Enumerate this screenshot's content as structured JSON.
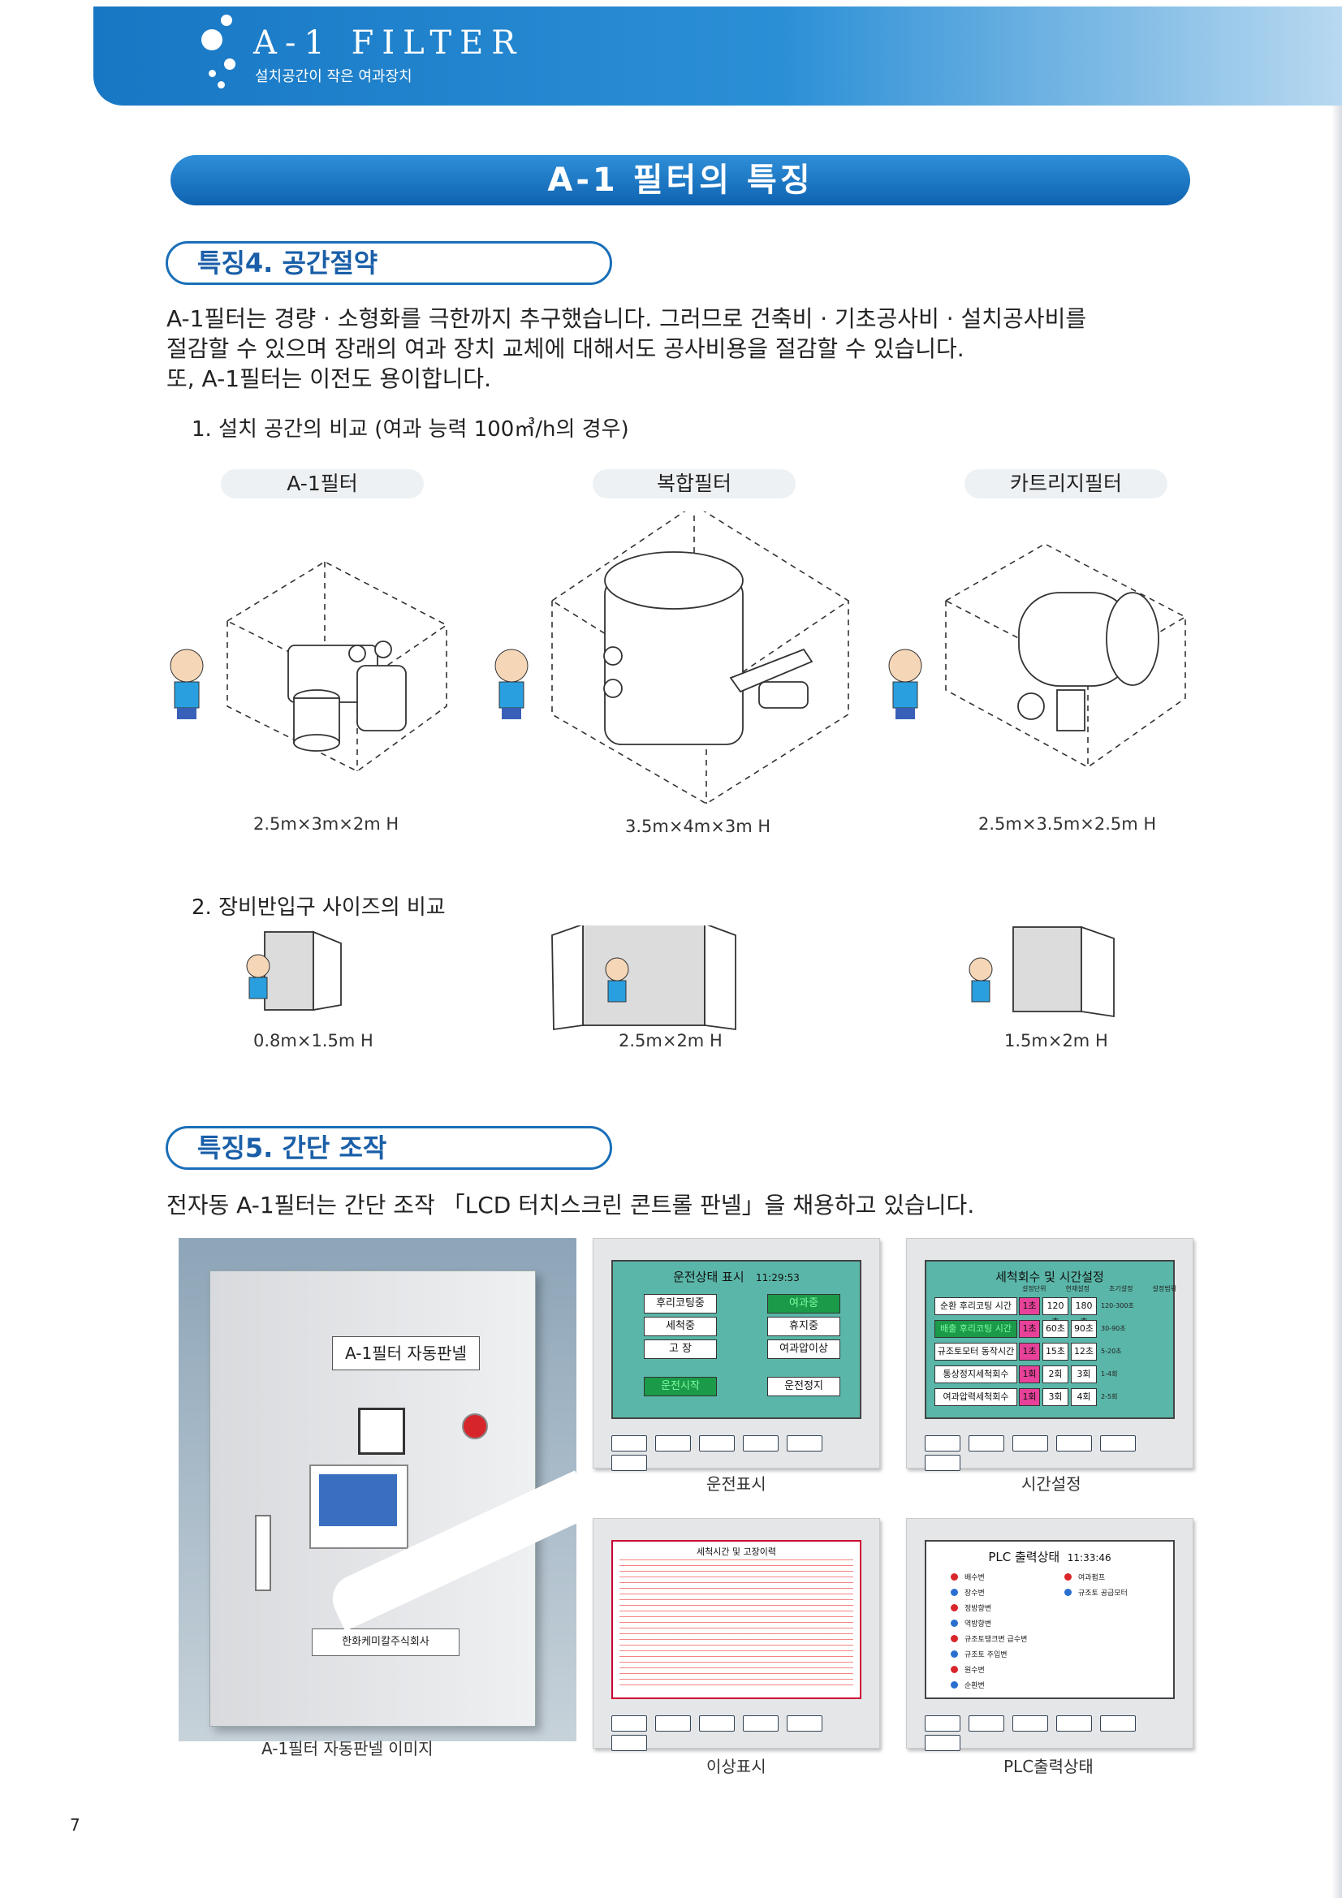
{
  "header": {
    "title": "A-1 FILTER",
    "subtitle": "설치공간이 작은 여과장치"
  },
  "banner": {
    "title": "A-1 필터의 특징"
  },
  "feature4": {
    "heading": "특징4. 공간절약",
    "paragraph": [
      "A-1필터는 경량 · 소형화를 극한까지 추구했습니다. 그러므로 건축비 · 기초공사비 · 설치공사비를",
      "절감할 수 있으며 장래의 여과 장치 교체에 대해서도 공사비용을 절감할 수 있습니다.",
      "또, A-1필터는 이전도 용이합니다."
    ],
    "comparison1": {
      "title": "1. 설치 공간의 비교 (여과 능력 100㎥/h의 경우)",
      "items": [
        {
          "label": "A-1필터",
          "dimension": "2.5m×3m×2m H"
        },
        {
          "label": "복합필터",
          "dimension": "3.5m×4m×3m H"
        },
        {
          "label": "카트리지필터",
          "dimension": "2.5m×3.5m×2.5m H"
        }
      ]
    },
    "comparison2": {
      "title": "2. 장비반입구 사이즈의 비교",
      "items": [
        {
          "dimension": "0.8m×1.5m H"
        },
        {
          "dimension": "2.5m×2m H"
        },
        {
          "dimension": "1.5m×2m H"
        }
      ]
    }
  },
  "feature5": {
    "heading": "특징5. 간단 조작",
    "paragraph": "전자동 A-1필터는 간단 조작 「LCD 터치스크린 콘트롤 판넬」을 채용하고 있습니다.",
    "panel": {
      "label": "A-1필터 자동판넬",
      "company": "한화케미칼주식회사",
      "caption": "A-1필터 자동판넬 이미지"
    },
    "screens": {
      "operation": {
        "caption": "운전표시",
        "title": "운전상태 표시",
        "time": "11:29:53",
        "buttons": [
          "후리코팅중",
          "여과중",
          "세척중",
          "휴지중",
          "고 장",
          "여과압이상",
          "운전시작",
          "운전정지"
        ]
      },
      "timeset": {
        "caption": "시간설정",
        "title": "세척회수 및 시간설정",
        "columns": [
          "설정단위",
          "현재설정",
          "초기설정",
          "설정범위"
        ],
        "rows": [
          {
            "name": "순환 후리코팅 시간",
            "unit": "1초",
            "current": "120초",
            "initial": "180초",
            "range": "120-300초"
          },
          {
            "name": "배출 후리코팅 시간",
            "unit": "1초",
            "current": "60초",
            "initial": "90초",
            "range": "30-90초"
          },
          {
            "name": "규조토모터 동작시간",
            "unit": "1초",
            "current": "15초",
            "initial": "12초",
            "range": "5-20초"
          },
          {
            "name": "통상정지세척회수",
            "unit": "1회",
            "current": "2회",
            "initial": "3회",
            "range": "1-4회"
          },
          {
            "name": "여과압력세척회수",
            "unit": "1회",
            "current": "3회",
            "initial": "4회",
            "range": "2-5회"
          }
        ]
      },
      "alarm": {
        "caption": "이상표시",
        "title": "세척시간 및 고장이력"
      },
      "plc": {
        "caption": "PLC출력상태",
        "title": "PLC 출력상태",
        "time": "11:33:46",
        "left_items": [
          "배수변",
          "장수변",
          "정방향변",
          "역방향변",
          "규조토탱크변 급수변",
          "규조토 주입변",
          "원수변",
          "순환변"
        ],
        "right_items": [
          "여과펌프",
          "규조토 공급모터"
        ]
      }
    }
  },
  "page_number": "7"
}
